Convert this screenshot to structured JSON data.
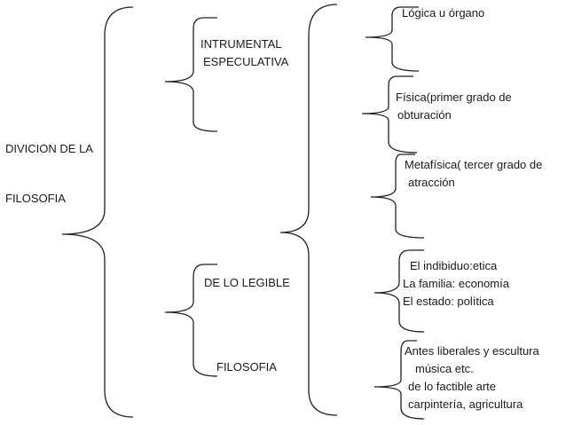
{
  "root": {
    "lines": [
      "DIVICION DE LA",
      "FILOSOFIA"
    ]
  },
  "groups": [
    {
      "lines": [
        "INTRUMENTAL",
        "ESPECULATIVA"
      ],
      "children": [
        {
          "lines": [
            "Lógica u órgano"
          ]
        },
        {
          "lines": [
            "Física(primer grado de",
            "obturación"
          ]
        },
        {
          "lines": [
            "Metafísica( tercer grado de",
            "atracción"
          ]
        }
      ]
    },
    {
      "lines": [
        "DE LO LEGIBLE"
      ],
      "children": [
        {
          "lines": [
            "El indibiduo:etica",
            "La familia: economía",
            "El estado: política"
          ]
        }
      ]
    },
    {
      "lines": [
        "FILOSOFIA"
      ],
      "children": [
        {
          "lines": [
            "Antes liberales y escultura",
            "música etc.",
            "de lo factible  arte",
            "carpintería, agricultura"
          ]
        }
      ]
    }
  ]
}
